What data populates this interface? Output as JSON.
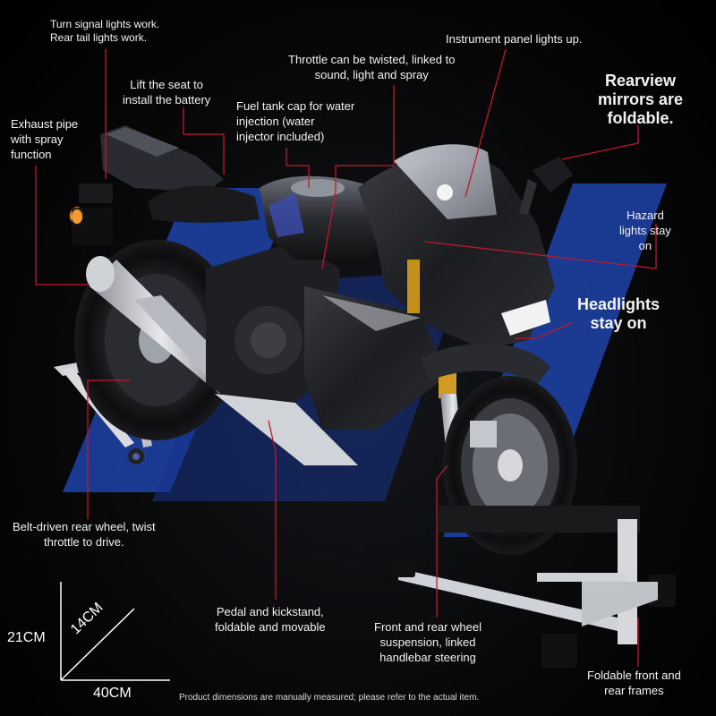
{
  "labels": {
    "signal": [
      "Turn signal lights work.",
      "Rear tail lights work."
    ],
    "instrument": [
      "Instrument panel lights up."
    ],
    "throttle": [
      "Throttle can be twisted, linked to",
      "sound, light and spray"
    ],
    "seat": [
      "Lift the seat to",
      "install the battery"
    ],
    "fuel": [
      "Fuel tank cap for water",
      "injection (water",
      "injector included)"
    ],
    "mirrors": [
      "Rearview",
      "mirrors are",
      "foldable."
    ],
    "exhaust": [
      "Exhaust pipe",
      "with spray",
      "function"
    ],
    "hazard": [
      "Hazard",
      "lights stay",
      "on"
    ],
    "headlights": [
      "Headlights",
      "stay on"
    ],
    "belt": [
      "Belt-driven rear wheel, twist",
      "throttle to drive."
    ],
    "pedal": [
      "Pedal and kickstand,",
      "foldable and movable"
    ],
    "suspension": [
      "Front and rear wheel",
      "suspension, linked",
      "handlebar steering"
    ],
    "frames": [
      "Foldable front and",
      "rear frames"
    ]
  },
  "dimensions": {
    "height": "21CM",
    "depth": "14CM",
    "length": "40CM"
  },
  "disclaimer": "Product dimensions are manually measured; please refer to the actual item.",
  "colors": {
    "accent_blue": "#1d3fa0",
    "callout_line": "#c0182a",
    "background": "#050505"
  }
}
